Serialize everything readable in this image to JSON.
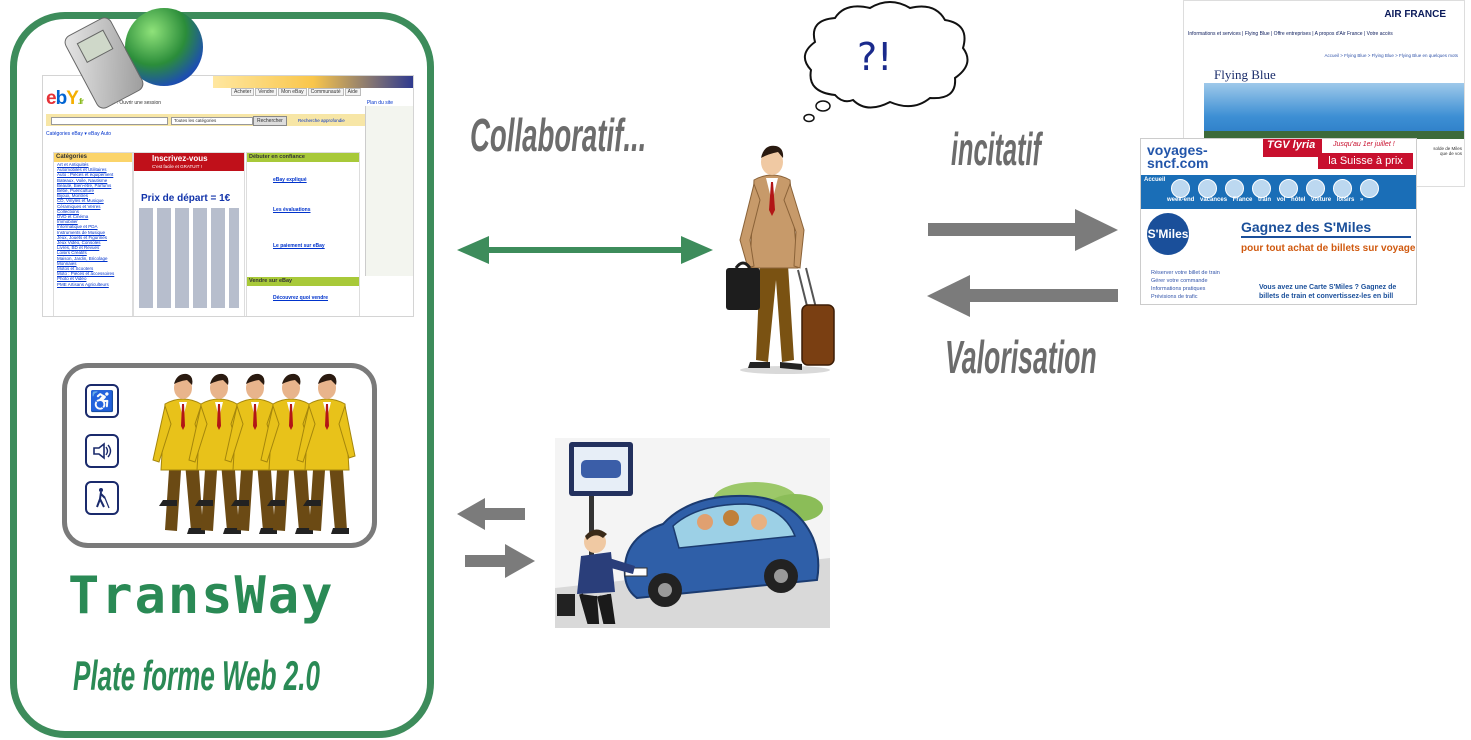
{
  "platform": {
    "name": "TransWay",
    "subtitle": "Plate forme Web 2.0"
  },
  "ebay_screenshot": {
    "logo": "ebY.fr",
    "nav": [
      "Acheter",
      "Vendre",
      "Mon eBay",
      "Communauté",
      "Aide"
    ],
    "greeting": "Bonjour ! Ouvrir une session",
    "site_plan": "Plan du site",
    "search_category": "Toutes les catégories",
    "search_button": "Rechercher",
    "search_advanced": "Recherche approfondie",
    "category_tabs": "Catégories eBay ▾   eBay Auto",
    "categories_title": "Catégories",
    "categories": [
      "Art et Antiquités",
      "Automobiles et Utilitaires",
      "Auto : Pièces et équipement",
      "Bateaux, Voile, Nautisme",
      "Beauté, Bien-être, Parfums",
      "Bébé, Puériculture",
      "Bijoux, Montres",
      "CD, Vinyles et Musique",
      "Céramiques et Verres",
      "Collections",
      "DVD et Cinéma",
      "Immobilier",
      "Informatique et PDA",
      "Instruments de Musique",
      "Jeux, Jouets et Figurines",
      "Jeux Vidéo, Consoles",
      "Livres, BD et Revues",
      "Loisirs Créatifs",
      "Maison, Jardin, Bricolage",
      "Monnaies",
      "Motos et Scooters",
      "Moto : Pièces et accessoires",
      "Photo et Vidéo",
      "PME Artisans Agriculteurs"
    ],
    "promo_title": "Inscrivez-vous",
    "promo_sub": "C'est facile et GRATUIT !",
    "promo_prix": "Prix de départ = 1€",
    "trust_title": "Débuter en confiance",
    "trust_items": [
      "eBay expliqué",
      "Les évaluations",
      "Le paiement sur eBay"
    ],
    "sell_title": "Vendre sur eBay",
    "sell_item": "Découvrez quoi vendre"
  },
  "labels": {
    "collaboratif": "Collaboratif...",
    "incitatif": "incitatif",
    "valorisation": "Valorisation",
    "thought": "?!"
  },
  "airfrance_screenshot": {
    "logo": "AIR FRANCE",
    "menu": "Informations et services  | Flying Blue  | Offre entreprises  | A propos d'Air France  | Votre accès",
    "breadcrumb": "Accueil > Flying Blue > Flying Blue > Flying Blue en quelques mots",
    "title": "Flying Blue",
    "side_text": "solde de Miles\nque de vos"
  },
  "sncf_screenshot": {
    "logo": "voyages-sncf.com",
    "tgv": "TGV lyria",
    "jusqu": "Jusqu'au 1er juillet !",
    "suisse": "la Suisse à prix",
    "accueil": "Accueil",
    "menu": "week-end vacances France train vol hôtel voiture loisirs »",
    "smiles": "S'Miles",
    "gagnez": "Gagnez des S'Miles",
    "achat": "pour tout achat de billets sur voyage",
    "links": [
      "Réserver votre billet de train",
      "Gérer votre commande",
      "Informations pratiques",
      "Prévisions de trafic"
    ],
    "cta_line1": "Vous avez une Carte S'Miles ? Gagnez de",
    "cta_line2": "billets de train et convertissez-les en bill"
  },
  "colors": {
    "green": "#3d8c5b",
    "arrow_gray": "#7b7b7b",
    "label_gray": "#6c6c6c"
  },
  "icons": [
    "wheelchair-icon",
    "hearing-icon",
    "blind-cane-icon"
  ]
}
